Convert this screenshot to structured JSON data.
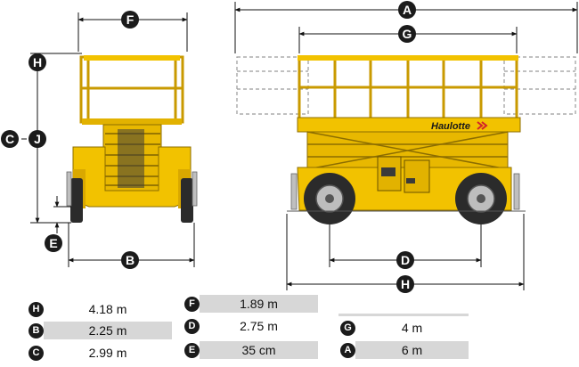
{
  "brand": "Haulotte",
  "dimension_labels": {
    "A": "A",
    "G": "G",
    "F": "F",
    "H": "H",
    "C": "C",
    "J": "J",
    "E": "E",
    "B": "B",
    "D": "D"
  },
  "specs": [
    {
      "key": "H",
      "value": "4.18 m"
    },
    {
      "key": "B",
      "value": "2.25 m"
    },
    {
      "key": "C",
      "value": "2.99 m"
    },
    {
      "key": "F",
      "value": "1.89 m"
    },
    {
      "key": "D",
      "value": "2.75 m"
    },
    {
      "key": "E",
      "value": "35 cm"
    },
    {
      "key": "G",
      "value": "4 m"
    },
    {
      "key": "A",
      "value": "6 m"
    }
  ],
  "colors": {
    "machine_yellow": "#f2c200",
    "machine_dark_yellow": "#c99a00",
    "badge": "#1b1b1b",
    "shade": "#d7d7d7",
    "tire": "#2b2b2b",
    "brand_arrow": "#d2232a"
  }
}
